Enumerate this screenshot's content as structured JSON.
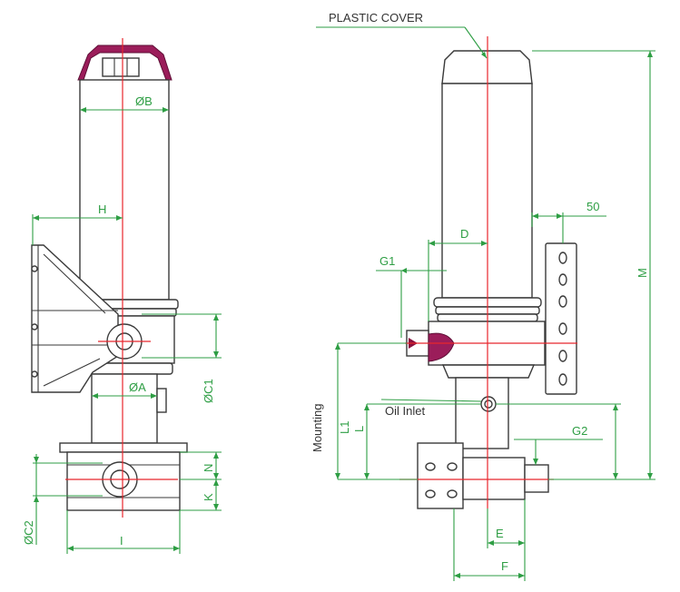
{
  "labels": {
    "plastic_cover": "PLASTIC COVER",
    "oil_inlet": "Oil Inlet",
    "mounting": "Mounting",
    "dim_B": "ØB",
    "dim_H": "H",
    "dim_A": "ØA",
    "dim_C1": "ØC1",
    "dim_N": "N",
    "dim_K": "K",
    "dim_C2": "ØC2",
    "dim_I": "I",
    "dim_D": "D",
    "dim_50": "50",
    "dim_G1": "G1",
    "dim_M": "M",
    "dim_L1": "L1",
    "dim_L": "L",
    "dim_G2": "G2",
    "dim_E": "E",
    "dim_F": "F"
  },
  "colors": {
    "dimension": "#2e9e44",
    "axis": "#e8262c",
    "outline": "#3a3a3a",
    "cover_accent": "#9b1d5a"
  }
}
